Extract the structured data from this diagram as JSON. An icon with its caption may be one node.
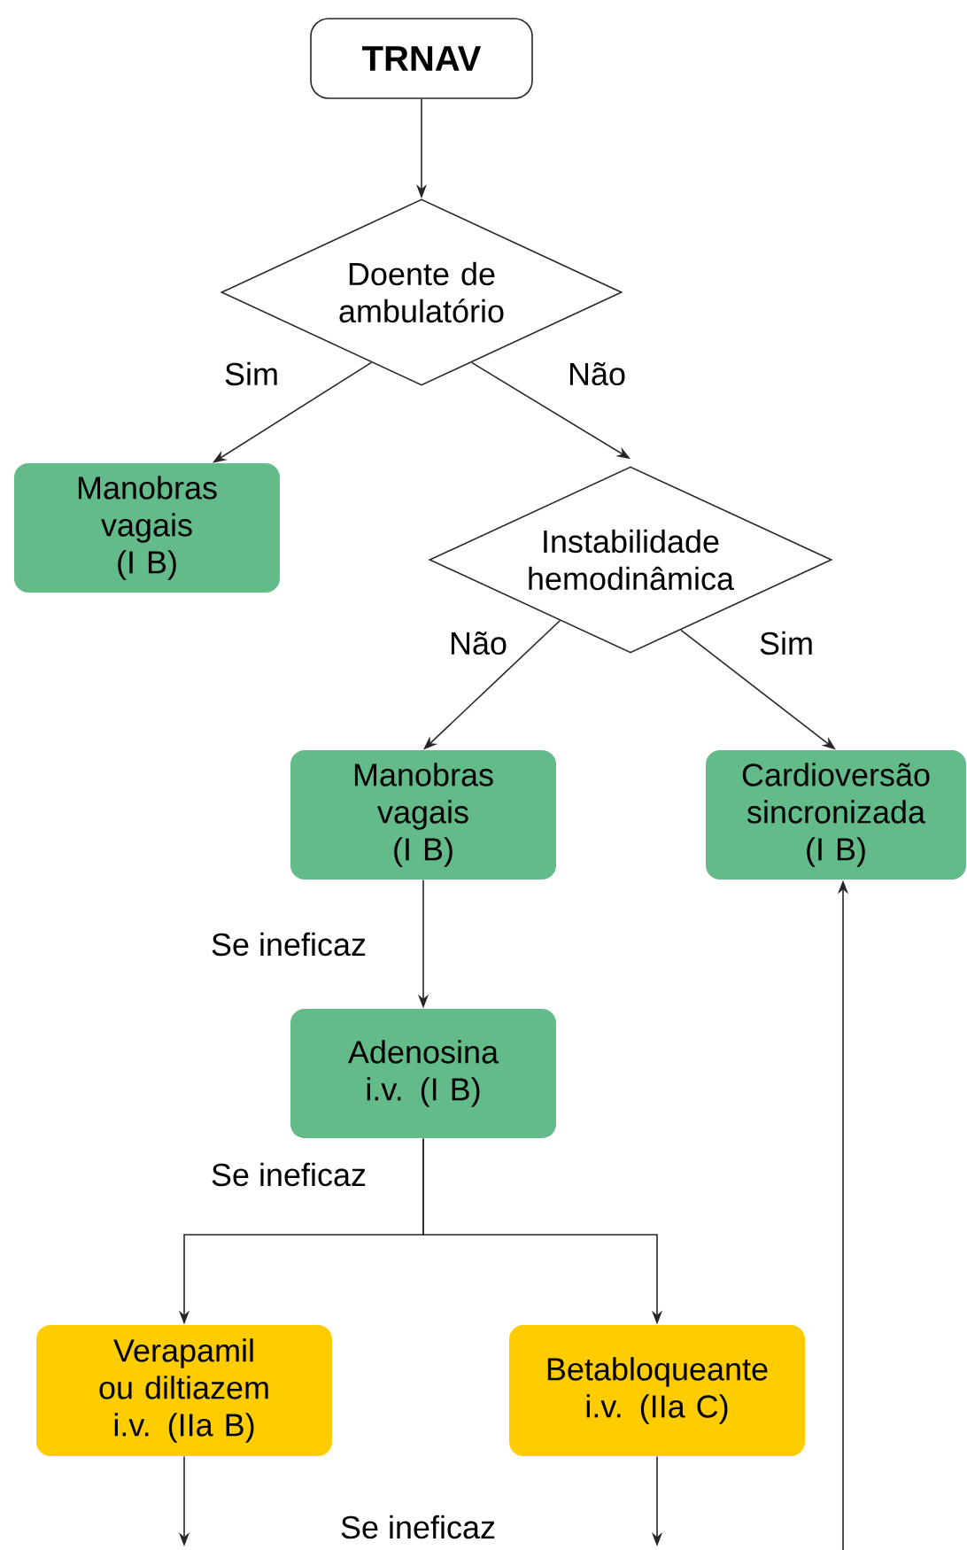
{
  "diagram": {
    "nodes": [
      {
        "text": [
          "TRNAV"
        ]
      },
      {
        "text": [
          "Doente de ambulatório"
        ]
      },
      {
        "text": [
          "Manobras vagais (I B)"
        ]
      },
      {
        "text": [
          "Instabilidade hemodinâmica"
        ]
      },
      {
        "text": [
          "Manobras vagais (I B)"
        ]
      },
      {
        "text": [
          "Cardioversão sincronizada (I B)"
        ]
      },
      {
        "text": [
          "Adenosina i.v. (I B)"
        ]
      },
      {
        "text": [
          "Verapamil ou diltiazem i.v. (IIa B)"
        ]
      },
      {
        "text": [
          "Betabloqueante i.v. (IIa C)"
        ]
      }
    ],
    "edges": [
      {
        "from": 0,
        "to": 1,
        "arrow": "to"
      },
      {
        "from": 1,
        "to": 2,
        "arrow": "to",
        "label": "Sim"
      },
      {
        "from": 1,
        "to": 3,
        "arrow": "to",
        "label": "Não"
      },
      {
        "from": 3,
        "to": 4,
        "arrow": "to",
        "label": "Não"
      },
      {
        "from": 3,
        "to": 5,
        "arrow": "to",
        "label": "Sim"
      },
      {
        "from": 4,
        "to": 6,
        "arrow": "to",
        "label": "Se ineficaz"
      },
      {
        "from": 6,
        "to": 7,
        "arrow": "to",
        "label": "Se ineficaz"
      },
      {
        "from": 6,
        "to": 8,
        "arrow": "to"
      },
      {
        "from": 7,
        "to": null,
        "arrow": "to"
      },
      {
        "from": 8,
        "to": null,
        "arrow": "to"
      },
      {
        "from": null,
        "to": 5,
        "arrow": "to"
      }
    ],
    "labels": [
      "Se ineficaz"
    ]
  }
}
